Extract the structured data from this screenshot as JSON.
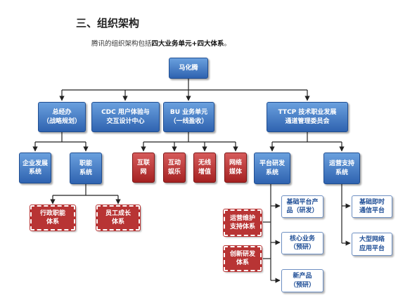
{
  "heading": "三、组织架构",
  "intro": {
    "prefix": "腾讯的组织架构包括",
    "bold": "四大业务单元+四大体系",
    "suffix": "。"
  },
  "nodes": {
    "root": [
      "马化腾"
    ],
    "zongjingban": [
      "总经办",
      "（战略规划）"
    ],
    "cdc": [
      "CDC 用户体验与",
      "交互设计中心"
    ],
    "bu": [
      "BU 业务单元",
      "（一线盈收）"
    ],
    "ttcp": [
      "TTCP 技术职业发展",
      "通道管理委员会"
    ],
    "qiye": [
      "企业发展",
      "系统"
    ],
    "zhineng": [
      "职能",
      "系统"
    ],
    "xingzheng": [
      "行政职能",
      "体系"
    ],
    "yuangong": [
      "员工成长",
      "体系"
    ],
    "hulian": [
      "互联",
      "网"
    ],
    "hudong": [
      "互动",
      "娱乐"
    ],
    "wuxian": [
      "无线",
      "增值"
    ],
    "wangluo": [
      "网络",
      "媒体"
    ],
    "pingtai": [
      "平台研发",
      "系统"
    ],
    "yunying": [
      "运营支持",
      "系统"
    ],
    "yunyingweihu": [
      "运营维护",
      "支持体系"
    ],
    "chuangxin": [
      "创新研发",
      "体系"
    ],
    "jichupingtai": [
      "基础平台产",
      "品（研发）"
    ],
    "hexin": [
      "核心业务",
      "（预研）"
    ],
    "xinchanpin": [
      "新产品",
      "（预研）"
    ],
    "jichujishi": [
      "基础即时",
      "通信平台"
    ],
    "daxing": [
      "大型网络",
      "应用平台"
    ]
  },
  "colors": {
    "primary_box": "#2f63b0",
    "sub_box": "#a52222",
    "stamp_box": "#b83434",
    "line": "#222222"
  }
}
